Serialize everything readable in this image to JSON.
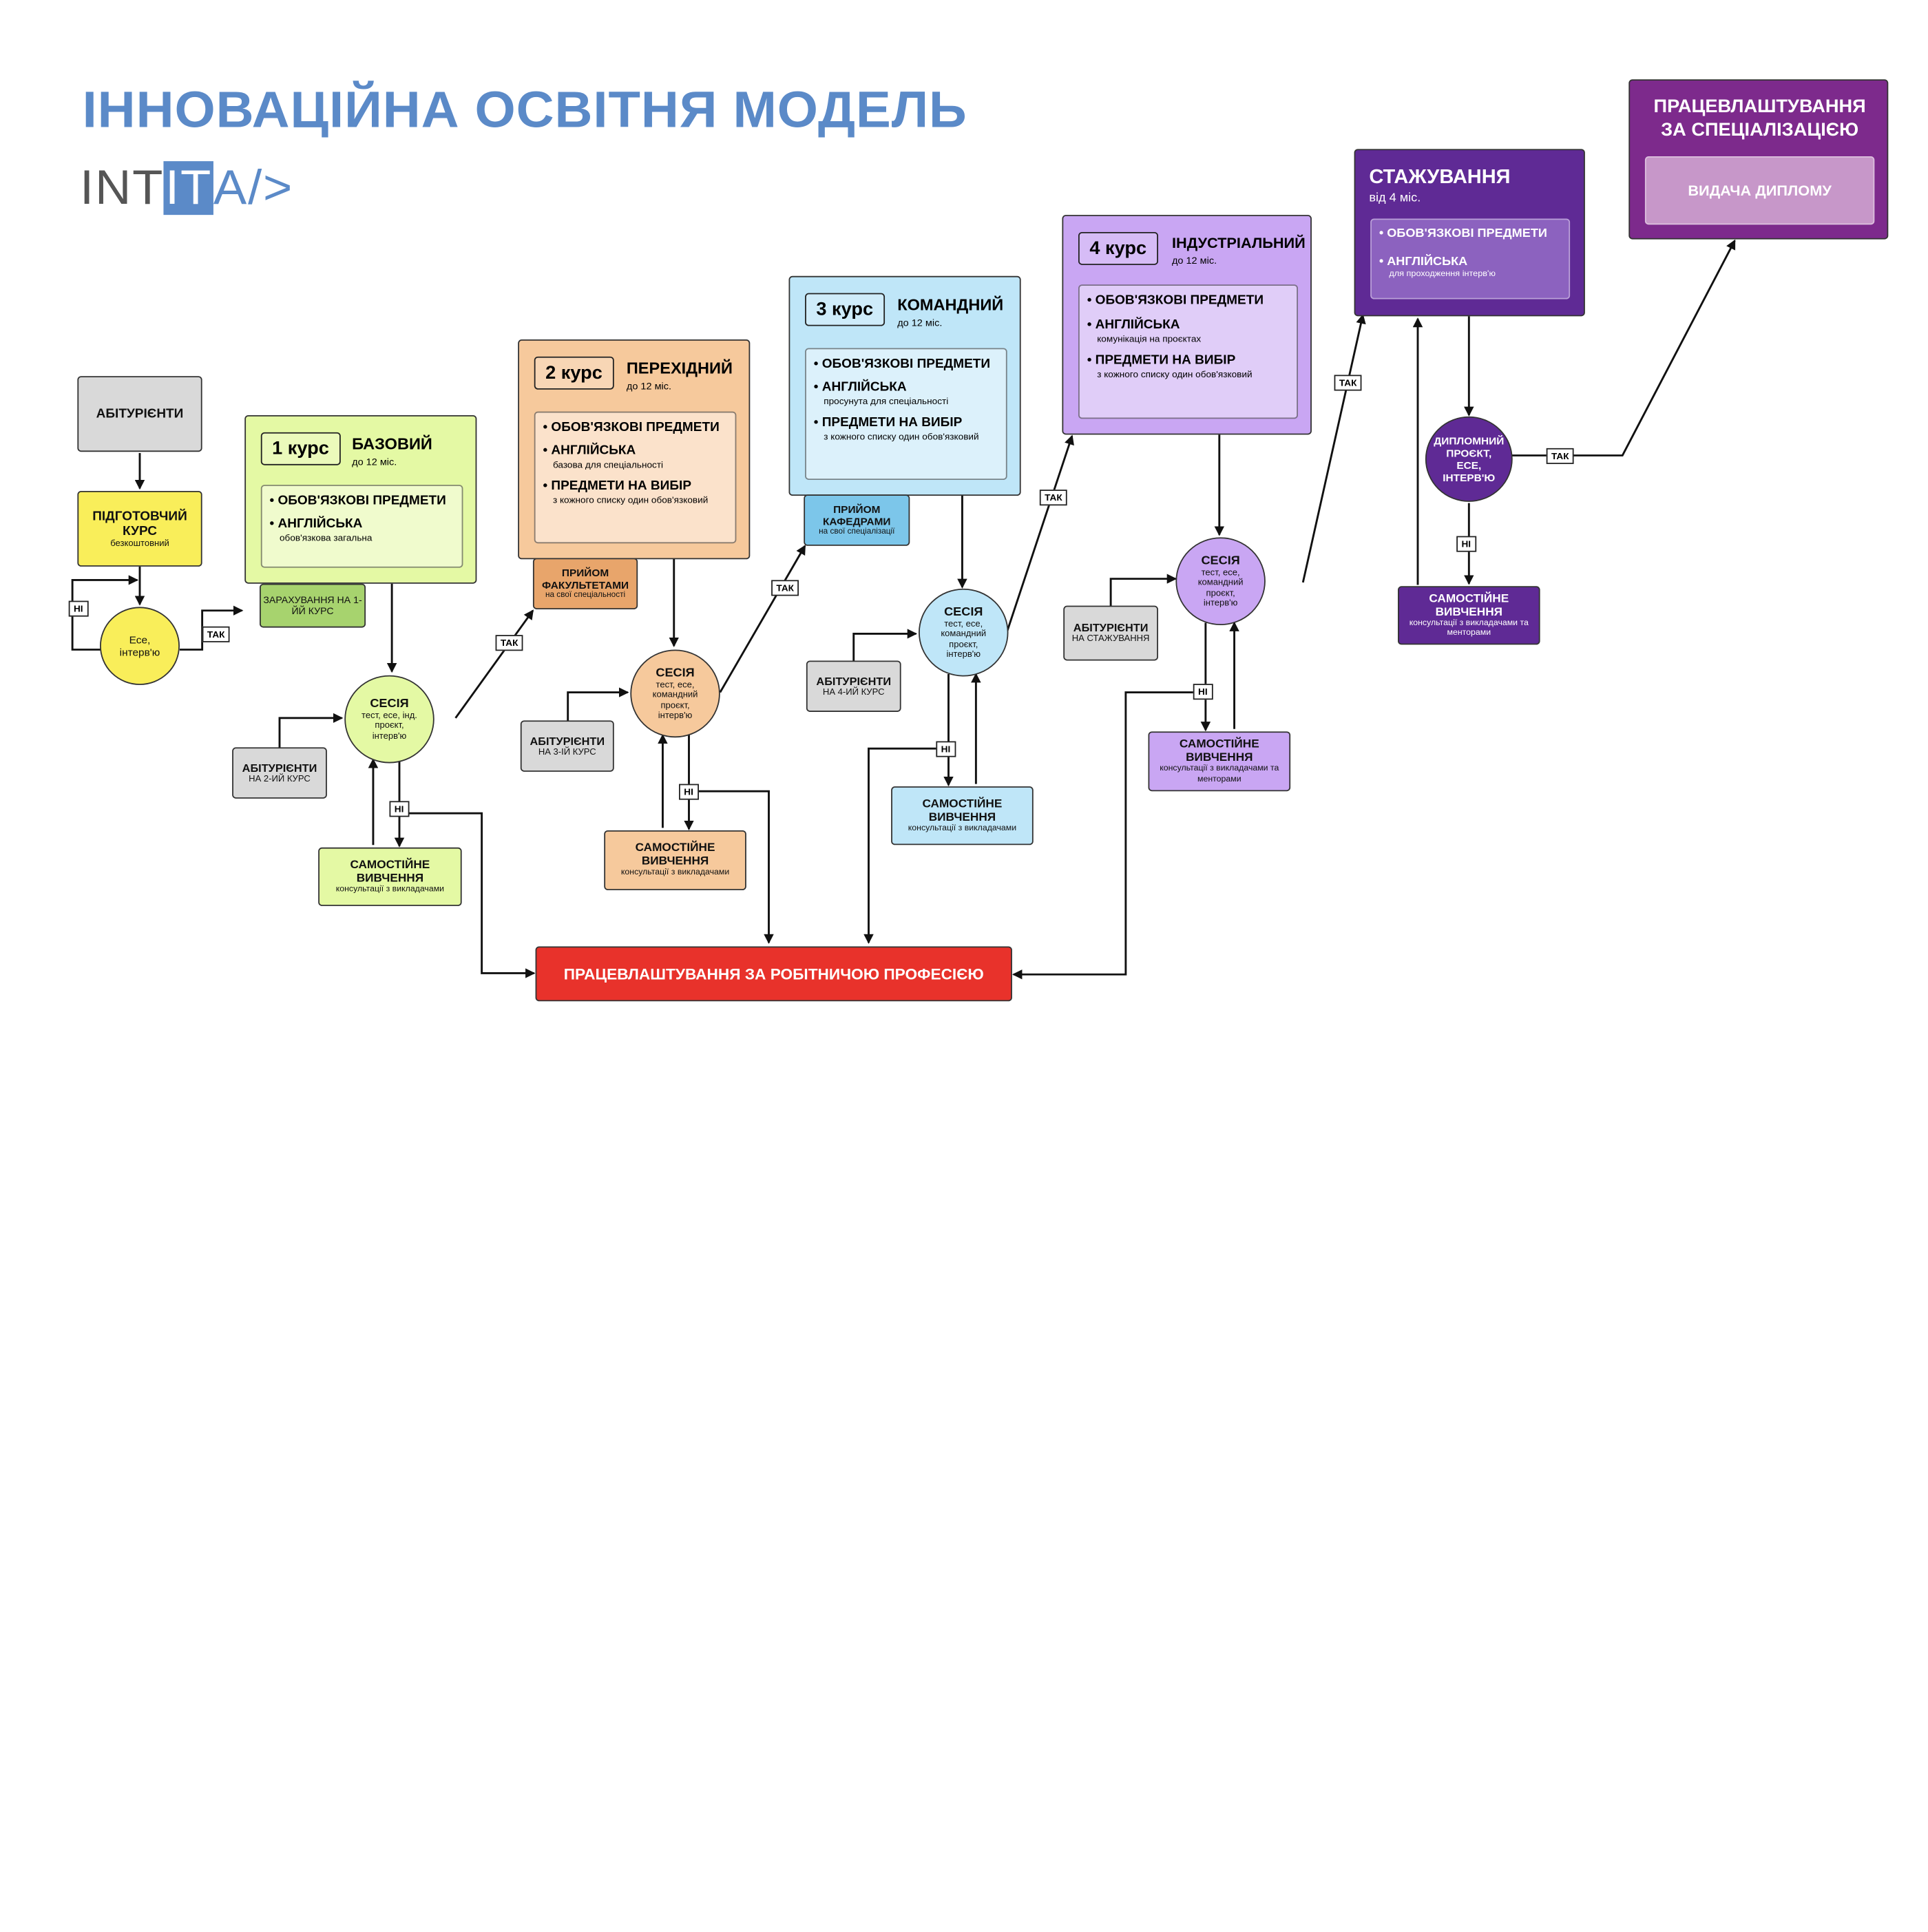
{
  "title": "ІННОВАЦІЙНА ОСВІТНЯ МОДЕЛЬ",
  "logo": {
    "before": "INT",
    "highlight": "IT",
    "after": "A/>"
  },
  "applicants": "АБІТУРІЄНТИ",
  "prep": {
    "title": "ПІДГОТОВЧИЙ КУРС",
    "sub": "безкоштовний"
  },
  "essay": "Есе, інтерв'ю",
  "enrol": "ЗАРАХУВАННЯ НА 1-ЙЙ КУРС",
  "yes": "ТАК",
  "no": "НІ",
  "course1": {
    "name": "1 курс",
    "title": "БАЗОВИЙ",
    "dur": "до 12 міс.",
    "items": [
      {
        "label": "• ОБОВ'ЯЗКОВІ ПРЕДМЕТИ",
        "sub": ""
      },
      {
        "label": "• АНГЛІЙСЬКА",
        "sub": "обов'язкова загальна"
      }
    ]
  },
  "course2": {
    "name": "2 курс",
    "title": "ПЕРЕХІДНИЙ",
    "dur": "до 12 міс.",
    "items": [
      {
        "label": "• ОБОВ'ЯЗКОВІ ПРЕДМЕТИ",
        "sub": ""
      },
      {
        "label": "• АНГЛІЙСЬКА",
        "sub": "базова для спеціальності"
      },
      {
        "label": "• ПРЕДМЕТИ НА ВИБІР",
        "sub": "з кожного списку один обов'язковий"
      }
    ]
  },
  "course3": {
    "name": "3 курс",
    "title": "КОМАНДНИЙ",
    "dur": "до 12 міс.",
    "items": [
      {
        "label": "• ОБОВ'ЯЗКОВІ ПРЕДМЕТИ",
        "sub": ""
      },
      {
        "label": "• АНГЛІЙСЬКА",
        "sub": "просунута для спеціальності"
      },
      {
        "label": "• ПРЕДМЕТИ НА ВИБІР",
        "sub": "з кожного списку один обов'язковий"
      }
    ]
  },
  "course4": {
    "name": "4 курс",
    "title": "ІНДУСТРІАЛЬНИЙ",
    "dur": "до 12 міс.",
    "items": [
      {
        "label": "• ОБОВ'ЯЗКОВІ ПРЕДМЕТИ",
        "sub": ""
      },
      {
        "label": "• АНГЛІЙСЬКА",
        "sub": "комунікація на проєктах"
      },
      {
        "label": "• ПРЕДМЕТИ НА ВИБІР",
        "sub": "з кожного списку один обов'язковий"
      }
    ]
  },
  "internship": {
    "title": "СТАЖУВАННЯ",
    "dur": "від 4 міс.",
    "items": [
      {
        "label": "• ОБОВ'ЯЗКОВІ ПРЕДМЕТИ",
        "sub": ""
      },
      {
        "label": "• АНГЛІЙСЬКА",
        "sub": "для проходження інтерв'ю"
      }
    ]
  },
  "employment_spec": "ПРАЦЕВЛАШТУВАННЯ ЗА СПЕЦІАЛІЗАЦІЄЮ",
  "diploma": "ВИДАЧА ДИПЛОМУ",
  "faculty": {
    "title": "ПРИЙОМ ФАКУЛЬТЕТАМИ",
    "sub": "на свої спеціальності"
  },
  "dept": {
    "title": "ПРИЙОМ КАФЕДРАМИ",
    "sub": "на свої спеціалізації"
  },
  "session": {
    "title": "СЕСІЯ",
    "s1": "тест, есе, інд. проєкт, інтерв'ю",
    "s2": "тест, есе, командний проєкт, інтерв'ю",
    "s3": "тест, есе, командний проєкт, інтерв'ю",
    "s4": "тест, есе, командний проєкт, інтерв'ю"
  },
  "diploma_project": "ДИПЛОМНИЙ ПРОЄКТ, ЕСЕ, ІНТЕРВ'Ю",
  "self_study": {
    "title": "САМОСТІЙНЕ ВИВЧЕННЯ",
    "sub_teachers": "консультації з викладачами",
    "sub_mentors": "консультації з викладачами та менторами"
  },
  "abit": {
    "title": "АБІТУРІЄНТИ",
    "y2": "НА 2-ИЙ КУРС",
    "y3": "НА 3-ІЙ КУРС",
    "y4": "НА 4-ИЙ КУРС",
    "intern": "НА СТАЖУВАННЯ"
  },
  "employment_worker": "ПРАЦЕВЛАШТУВАННЯ ЗА РОБІТНИЧОЮ ПРОФЕСІЄЮ",
  "colors": {
    "c1": "#e4f9a4",
    "c1_inner": "#f0fbcd",
    "enrol": "#a7d36e",
    "c2": "#f6c99c",
    "c2_inner": "#fbe2cb",
    "faculty": "#e8a56b",
    "c3": "#bfe6f8",
    "c3_inner": "#dcf1fb",
    "dept": "#7cc6ea",
    "c4": "#c9a6f3",
    "c4_inner": "#e0cdf8",
    "intern": "#5f2a95",
    "intern_inner": "#8c62bf",
    "spec": "#7d2a8c",
    "spec_inner": "#c797c9",
    "gray": "#d9d9d9",
    "yellow": "#f9ee5a",
    "red": "#e8322b",
    "title": "#5b8ac8"
  }
}
